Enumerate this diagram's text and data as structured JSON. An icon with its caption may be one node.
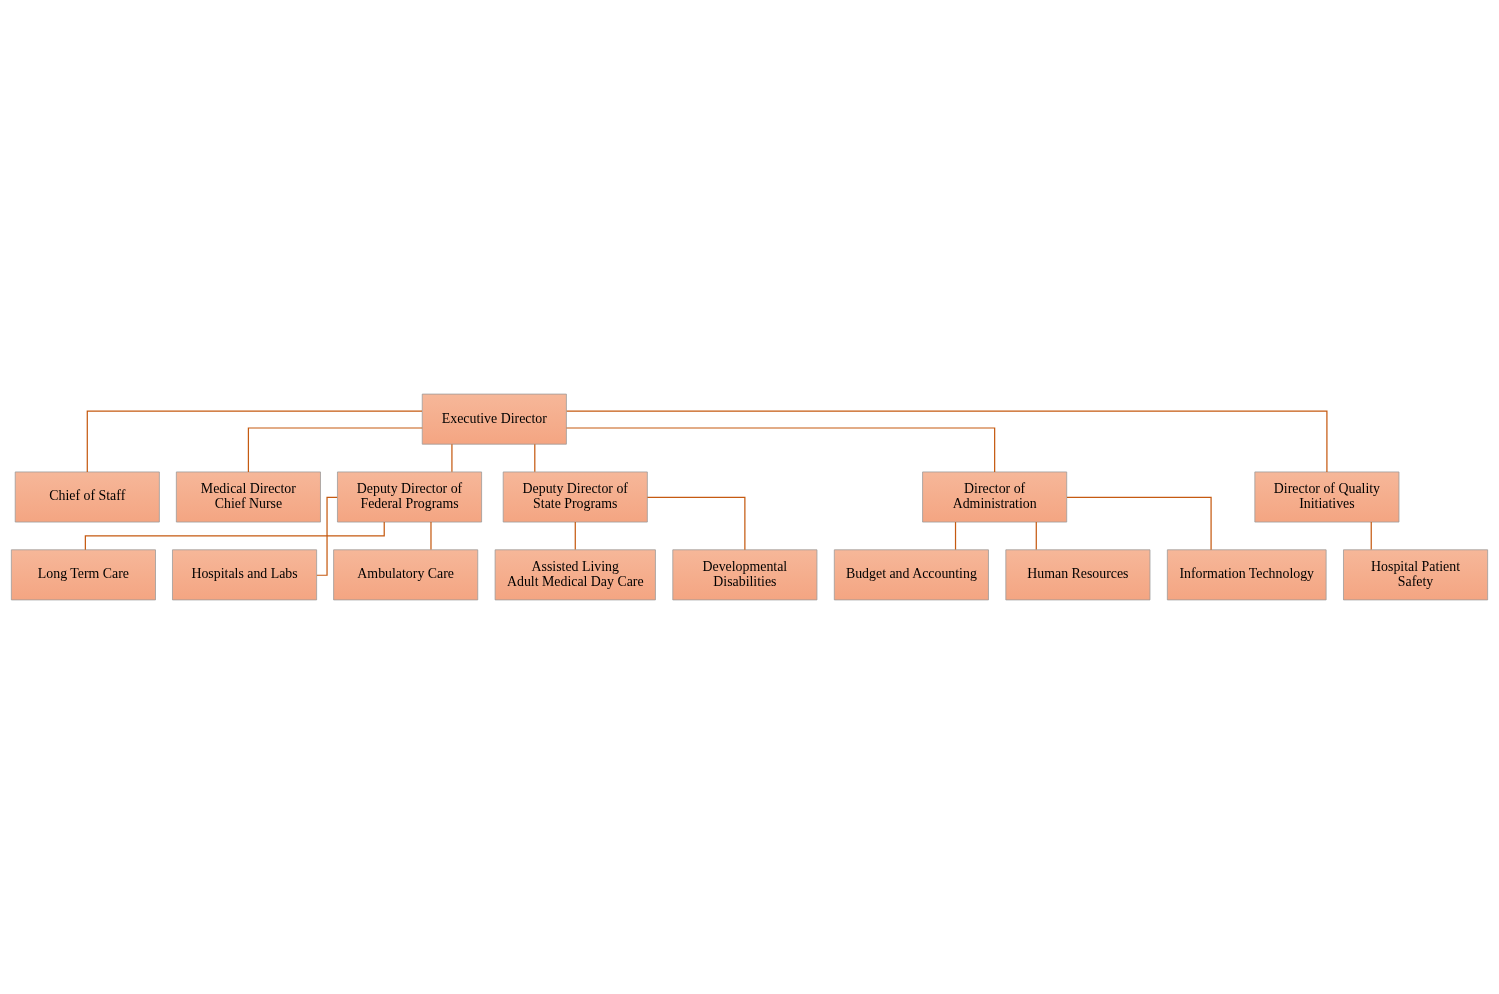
{
  "diagram": {
    "nodes": [
      {
        "text": [
          "Executive Director"
        ]
      },
      {
        "text": [
          "Chief of Staff"
        ]
      },
      {
        "text": [
          "Medical Director",
          "Chief Nurse"
        ]
      },
      {
        "text": [
          "Deputy Director of Federal Programs"
        ]
      },
      {
        "text": [
          "Deputy Director of State Programs"
        ]
      },
      {
        "text": [
          "Director of Administration"
        ]
      },
      {
        "text": [
          "Director of Quality Initiatives"
        ]
      },
      {
        "text": [
          "Long Term Care"
        ]
      },
      {
        "text": [
          "Hospitals and Labs"
        ]
      },
      {
        "text": [
          "Ambulatory Care"
        ]
      },
      {
        "text": [
          "Assisted Living",
          "Adult Medical Day Care"
        ]
      },
      {
        "text": [
          "Developmental Disabilities"
        ]
      },
      {
        "text": [
          "Budget and Accounting"
        ]
      },
      {
        "text": [
          "Human Resources"
        ]
      },
      {
        "text": [
          "Information Technology"
        ]
      },
      {
        "text": [
          "Hospital Patient Safety"
        ]
      }
    ],
    "edges": [
      {
        "from": 0,
        "to": 1,
        "arrow": "none"
      },
      {
        "from": 0,
        "to": 2,
        "arrow": "none"
      },
      {
        "from": 0,
        "to": 3,
        "arrow": "none"
      },
      {
        "from": 0,
        "to": 4,
        "arrow": "none"
      },
      {
        "from": 0,
        "to": 5,
        "arrow": "none"
      },
      {
        "from": 0,
        "to": 6,
        "arrow": "none"
      },
      {
        "from": 3,
        "to": 7,
        "arrow": "none"
      },
      {
        "from": 3,
        "to": 8,
        "arrow": "none"
      },
      {
        "from": 3,
        "to": 9,
        "arrow": "none"
      },
      {
        "from": 4,
        "to": 10,
        "arrow": "none"
      },
      {
        "from": 4,
        "to": 11,
        "arrow": "none"
      },
      {
        "from": 5,
        "to": 12,
        "arrow": "none"
      },
      {
        "from": 5,
        "to": 13,
        "arrow": "none"
      },
      {
        "from": 5,
        "to": 14,
        "arrow": "none"
      },
      {
        "from": 6,
        "to": 15,
        "arrow": "none"
      }
    ]
  }
}
